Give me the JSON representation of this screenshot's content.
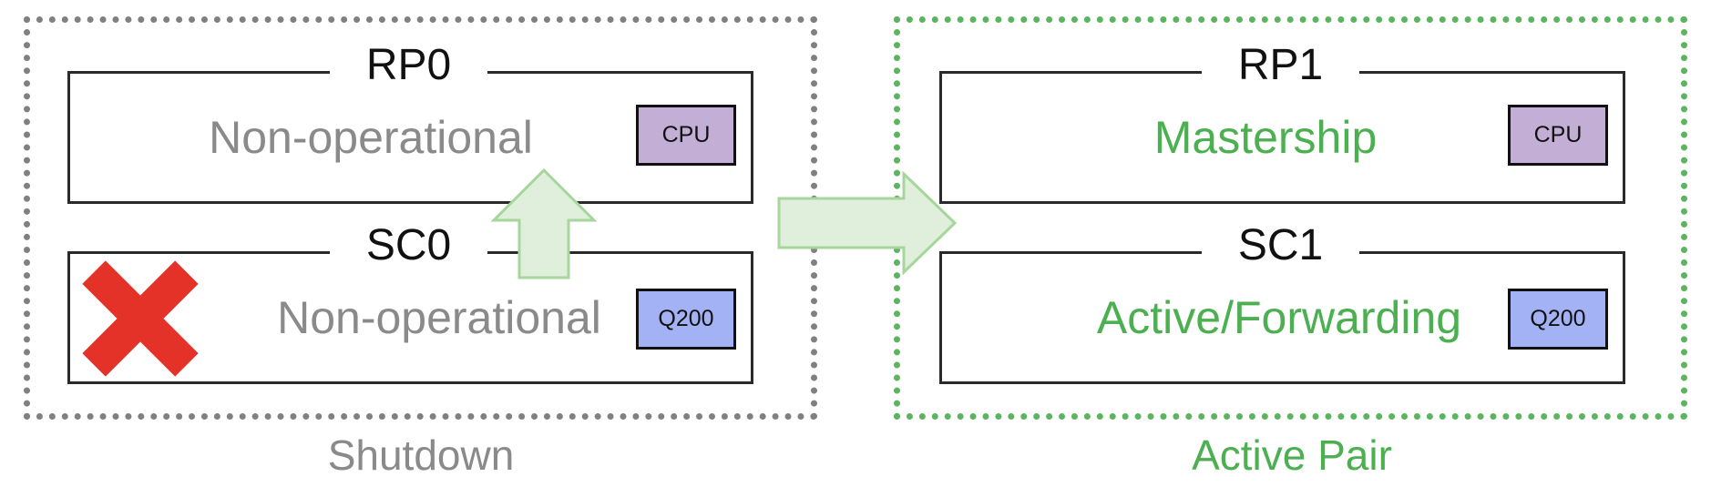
{
  "groups": [
    {
      "caption": "Shutdown",
      "cards": [
        {
          "title": "RP0",
          "status": "Non-operational",
          "chip": "CPU"
        },
        {
          "title": "SC0",
          "status": "Non-operational",
          "chip": "Q200"
        }
      ]
    },
    {
      "caption": "Active Pair",
      "cards": [
        {
          "title": "RP1",
          "status": "Mastership",
          "chip": "CPU"
        },
        {
          "title": "SC1",
          "status": "Active/Forwarding",
          "chip": "Q200"
        }
      ]
    }
  ],
  "colors": {
    "shutdown": "#808080",
    "active": "#4caf50",
    "cpu_chip": "#c3aed6",
    "q200_chip": "#a3b1f5",
    "arrow_fill": "#e0efdc",
    "arrow_stroke": "#a6d69c",
    "failure_mark": "#e53228"
  },
  "icons": [
    "failure-x-icon",
    "up-arrow-icon",
    "right-arrow-icon"
  ]
}
